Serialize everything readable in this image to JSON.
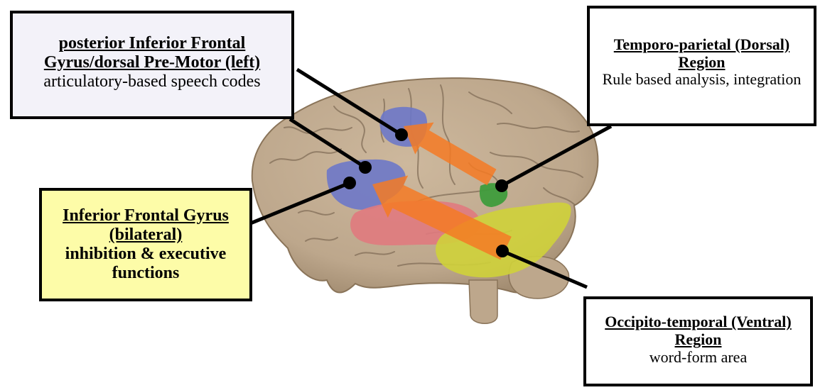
{
  "colors": {
    "brain_tissue": "#bda78c",
    "region_blue": "#6d78c8",
    "region_pink": "#e07a7e",
    "region_green": "#3f9c3c",
    "region_yellow": "#cfd23a",
    "arrow_orange": "#f47a24",
    "box_blue_bg": "#f3f2f9",
    "box_yellow_bg": "#fdfca8"
  },
  "boxes": {
    "pifg": {
      "heading": "posterior Inferior Frontal Gyrus/dorsal Pre-Motor (left)",
      "description": "articulatory-based speech codes"
    },
    "tp": {
      "heading": "Temporo-parietal (Dorsal) Region",
      "description": "Rule based analysis, integration"
    },
    "ifg": {
      "heading": "Inferior Frontal Gyrus (bilateral)",
      "description": "inhibition & executive functions"
    },
    "ot": {
      "heading": "Occipito-temporal (Ventral) Region",
      "description": "word-form area"
    }
  }
}
